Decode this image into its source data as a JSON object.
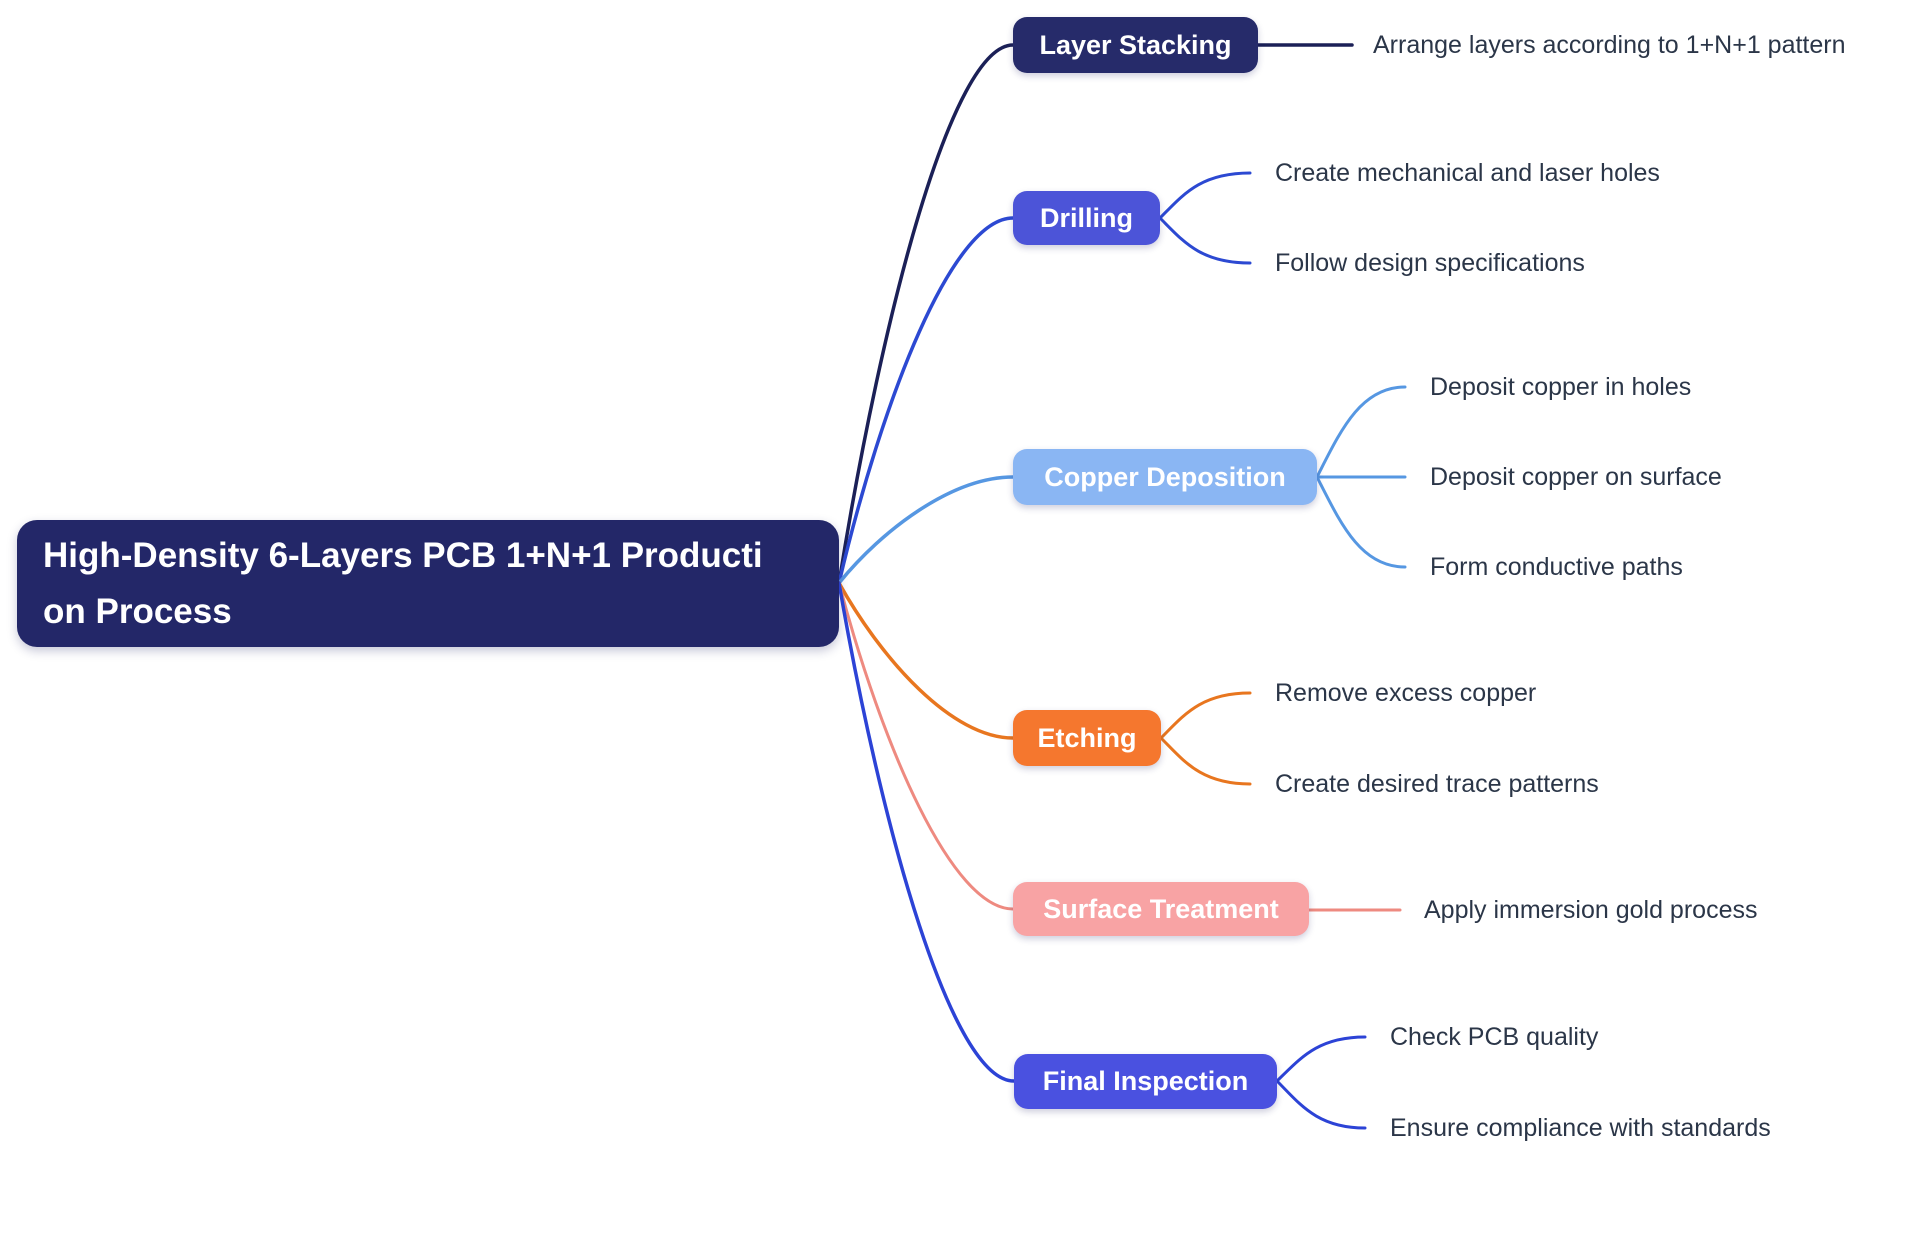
{
  "background": "#ffffff",
  "leaf_text_color": "#2b3648",
  "title": {
    "text": "High-Density 6-Layers PCB 1+N+1 Production Process",
    "line1": "High-Density 6-Layers PCB 1+N+1 Producti",
    "line2": "on Process",
    "bg": "#232768",
    "fg": "#ffffff"
  },
  "branches": [
    {
      "id": "layer-stacking",
      "label": "Layer Stacking",
      "node_bg": "#262b6a",
      "link_color": "#1b2057",
      "leaves": [
        "Arrange layers according to 1+N+1 pattern"
      ]
    },
    {
      "id": "drilling",
      "label": "Drilling",
      "node_bg": "#4c54d8",
      "link_color": "#2c49d2",
      "leaves": [
        "Create mechanical and laser holes",
        "Follow design specifications"
      ]
    },
    {
      "id": "copper-deposition",
      "label": "Copper Deposition",
      "node_bg": "#8ab6f3",
      "link_color": "#5697e2",
      "leaves": [
        "Deposit copper in holes",
        "Deposit copper on surface",
        "Form conductive paths"
      ]
    },
    {
      "id": "etching",
      "label": "Etching",
      "node_bg": "#f5772e",
      "link_color": "#e8761f",
      "leaves": [
        "Remove excess copper",
        "Create desired trace patterns"
      ]
    },
    {
      "id": "surface-treatment",
      "label": "Surface Treatment",
      "node_bg": "#f8a3a4",
      "link_color": "#ee8a80",
      "leaves": [
        "Apply immersion gold process"
      ]
    },
    {
      "id": "final-inspection",
      "label": "Final Inspection",
      "node_bg": "#4a51e0",
      "link_color": "#2c43d6",
      "leaves": [
        "Check PCB quality",
        "Ensure compliance with standards"
      ]
    }
  ]
}
